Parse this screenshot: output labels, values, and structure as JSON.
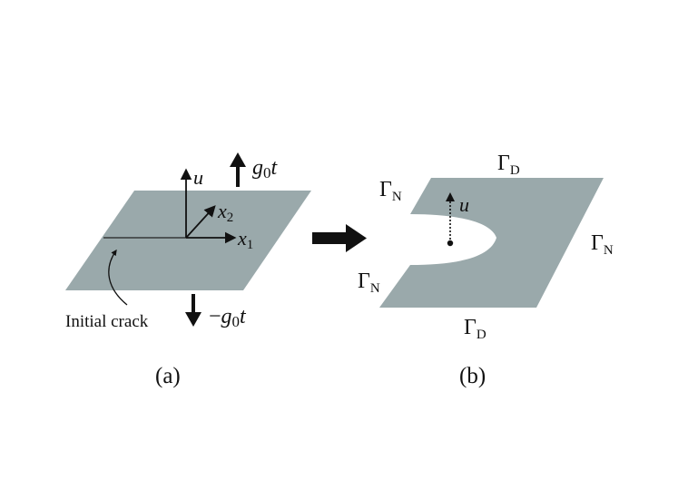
{
  "colors": {
    "plate": "#9aa9ab",
    "ink": "#111111",
    "background": "#ffffff"
  },
  "panel_a": {
    "caption": "(a)",
    "axis_u": "u",
    "axis_x1": "x",
    "axis_x1_sub": "1",
    "axis_x2": "x",
    "axis_x2_sub": "2",
    "load_up_g": "g",
    "load_up_sub": "0",
    "load_up_t": "t",
    "load_down_minus": "−",
    "load_down_g": "g",
    "load_down_sub": "0",
    "load_down_t": "t",
    "crack_label": "Initial crack"
  },
  "panel_b": {
    "caption": "(b)",
    "gamma_d_top": "Γ",
    "gamma_d_top_sub": "D",
    "gamma_d_bottom": "Γ",
    "gamma_d_bottom_sub": "D",
    "gamma_n_top_left": "Γ",
    "gamma_n_top_left_sub": "N",
    "gamma_n_bottom_left": "Γ",
    "gamma_n_bottom_left_sub": "N",
    "gamma_n_right": "Γ",
    "gamma_n_right_sub": "N",
    "displacement": "u"
  }
}
